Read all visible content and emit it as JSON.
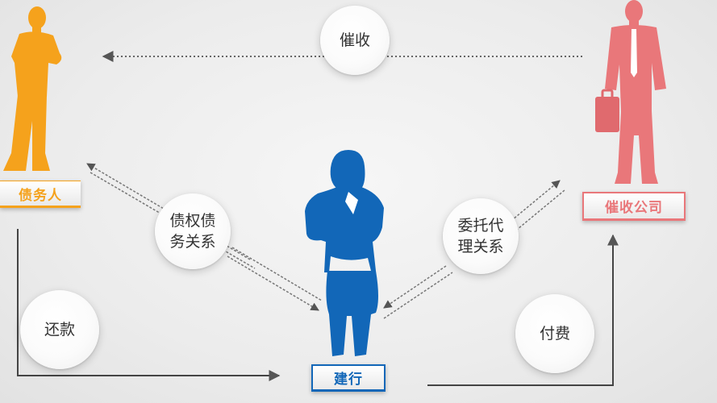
{
  "colors": {
    "debtor": "#f5a21c",
    "bank": "#1267b8",
    "agency": "#e9777a",
    "arrow": "#555555"
  },
  "figures": {
    "debtor_icon": "man-silhouette-icon",
    "bank_icon": "woman-silhouette-icon",
    "agency_icon": "man-with-briefcase-silhouette-icon"
  },
  "entities": {
    "debtor": "债务人",
    "bank": "建行",
    "agency": "催收公司"
  },
  "relations": {
    "collect": "催收",
    "debt_line1": "债权债",
    "debt_line2": "务关系",
    "entrust_line1": "委托代",
    "entrust_line2": "理关系",
    "repay": "还款",
    "fee": "付费"
  }
}
